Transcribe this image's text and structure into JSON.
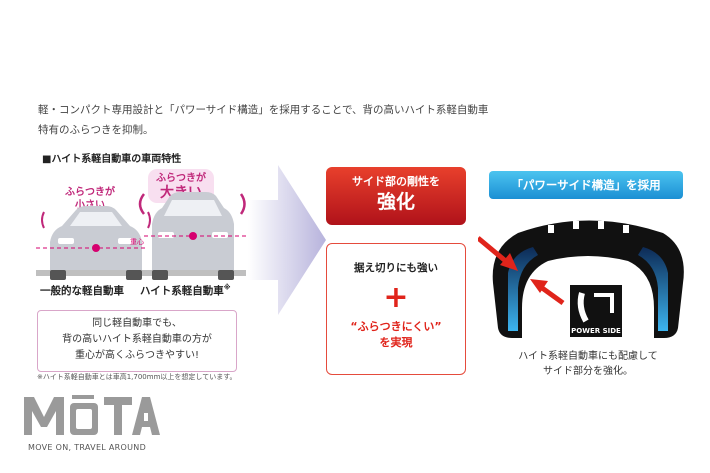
{
  "intro": {
    "line1": "軽・コンパクト専用設計と「パワーサイド構造」を採用することで、背の高いハイト系軽自動車",
    "line2": "特有のふらつきを抑制。"
  },
  "left_panel": {
    "subhead": "■ハイト系軽自動車の車両特性",
    "bubble_small_l1": "ふらつきが",
    "bubble_small_l2": "小さい",
    "bubble_big_l1": "ふらつきが",
    "bubble_big_l2": "大きい",
    "center_label": "重心",
    "car1_label": "一般的な軽自動車",
    "car2_label": "ハイト系軽自動車",
    "car2_mark": "※",
    "note_l1": "同じ軽自動車でも、",
    "note_l2": "背の高いハイト系軽自動車の方が",
    "note_l3": "重心が高くふらつきやすい!",
    "footnote": "※ハイト系軽自動車とは車高1,700mm以上を想定しています。"
  },
  "middle_panel": {
    "banner_l1": "サイド部の剛性を",
    "banner_l2": "強化",
    "box_l1": "据え切りにも強い",
    "plus": "+",
    "box_l2": "“ふらつきにくい”",
    "box_l3": "を実現"
  },
  "right_panel": {
    "banner": "「パワーサイド構造」を採用",
    "badge_label": "POWER SIDE",
    "caption_l1": "ハイト系軽自動車にも配慮して",
    "caption_l2": "サイド部分を強化。"
  },
  "brand": {
    "logo": "MōTA",
    "tagline": "MOVE ON, TRAVEL AROUND"
  },
  "colors": {
    "accent_red": "#e0241b",
    "accent_blue": "#1b8fd4",
    "accent_pink": "#c0287a"
  }
}
